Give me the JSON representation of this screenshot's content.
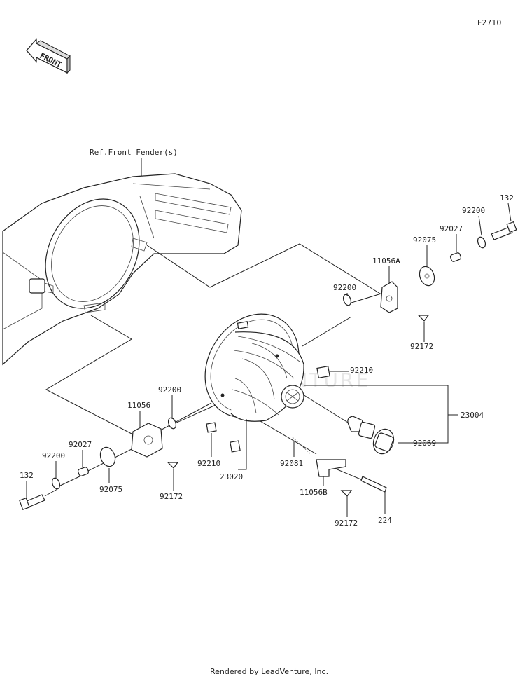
{
  "figure_code": "F2710",
  "front_label": "FRONT",
  "ref_note": "Ref.Front Fender(s)",
  "watermark": "LEADVENTURE",
  "footer": "Rendered by LeadVenture, Inc.",
  "parts": {
    "p132_right": "132",
    "p92200_right_top": "92200",
    "p92027_right": "92027",
    "p92075_right": "92075",
    "p11056A": "11056A",
    "p92200_right_mid": "92200",
    "p92172_right": "92172",
    "p92210_right": "92210",
    "p23004": "23004",
    "p92069": "92069",
    "p92200_left_mid": "92200",
    "p11056": "11056",
    "p92027_left": "92027",
    "p92200_left": "92200",
    "p132_left": "132",
    "p92075_left": "92075",
    "p92172_left": "92172",
    "p92210_left": "92210",
    "p23020": "23020",
    "p92081": "92081",
    "p11056B": "11056B",
    "p92172_bottom": "92172",
    "p224": "224"
  }
}
